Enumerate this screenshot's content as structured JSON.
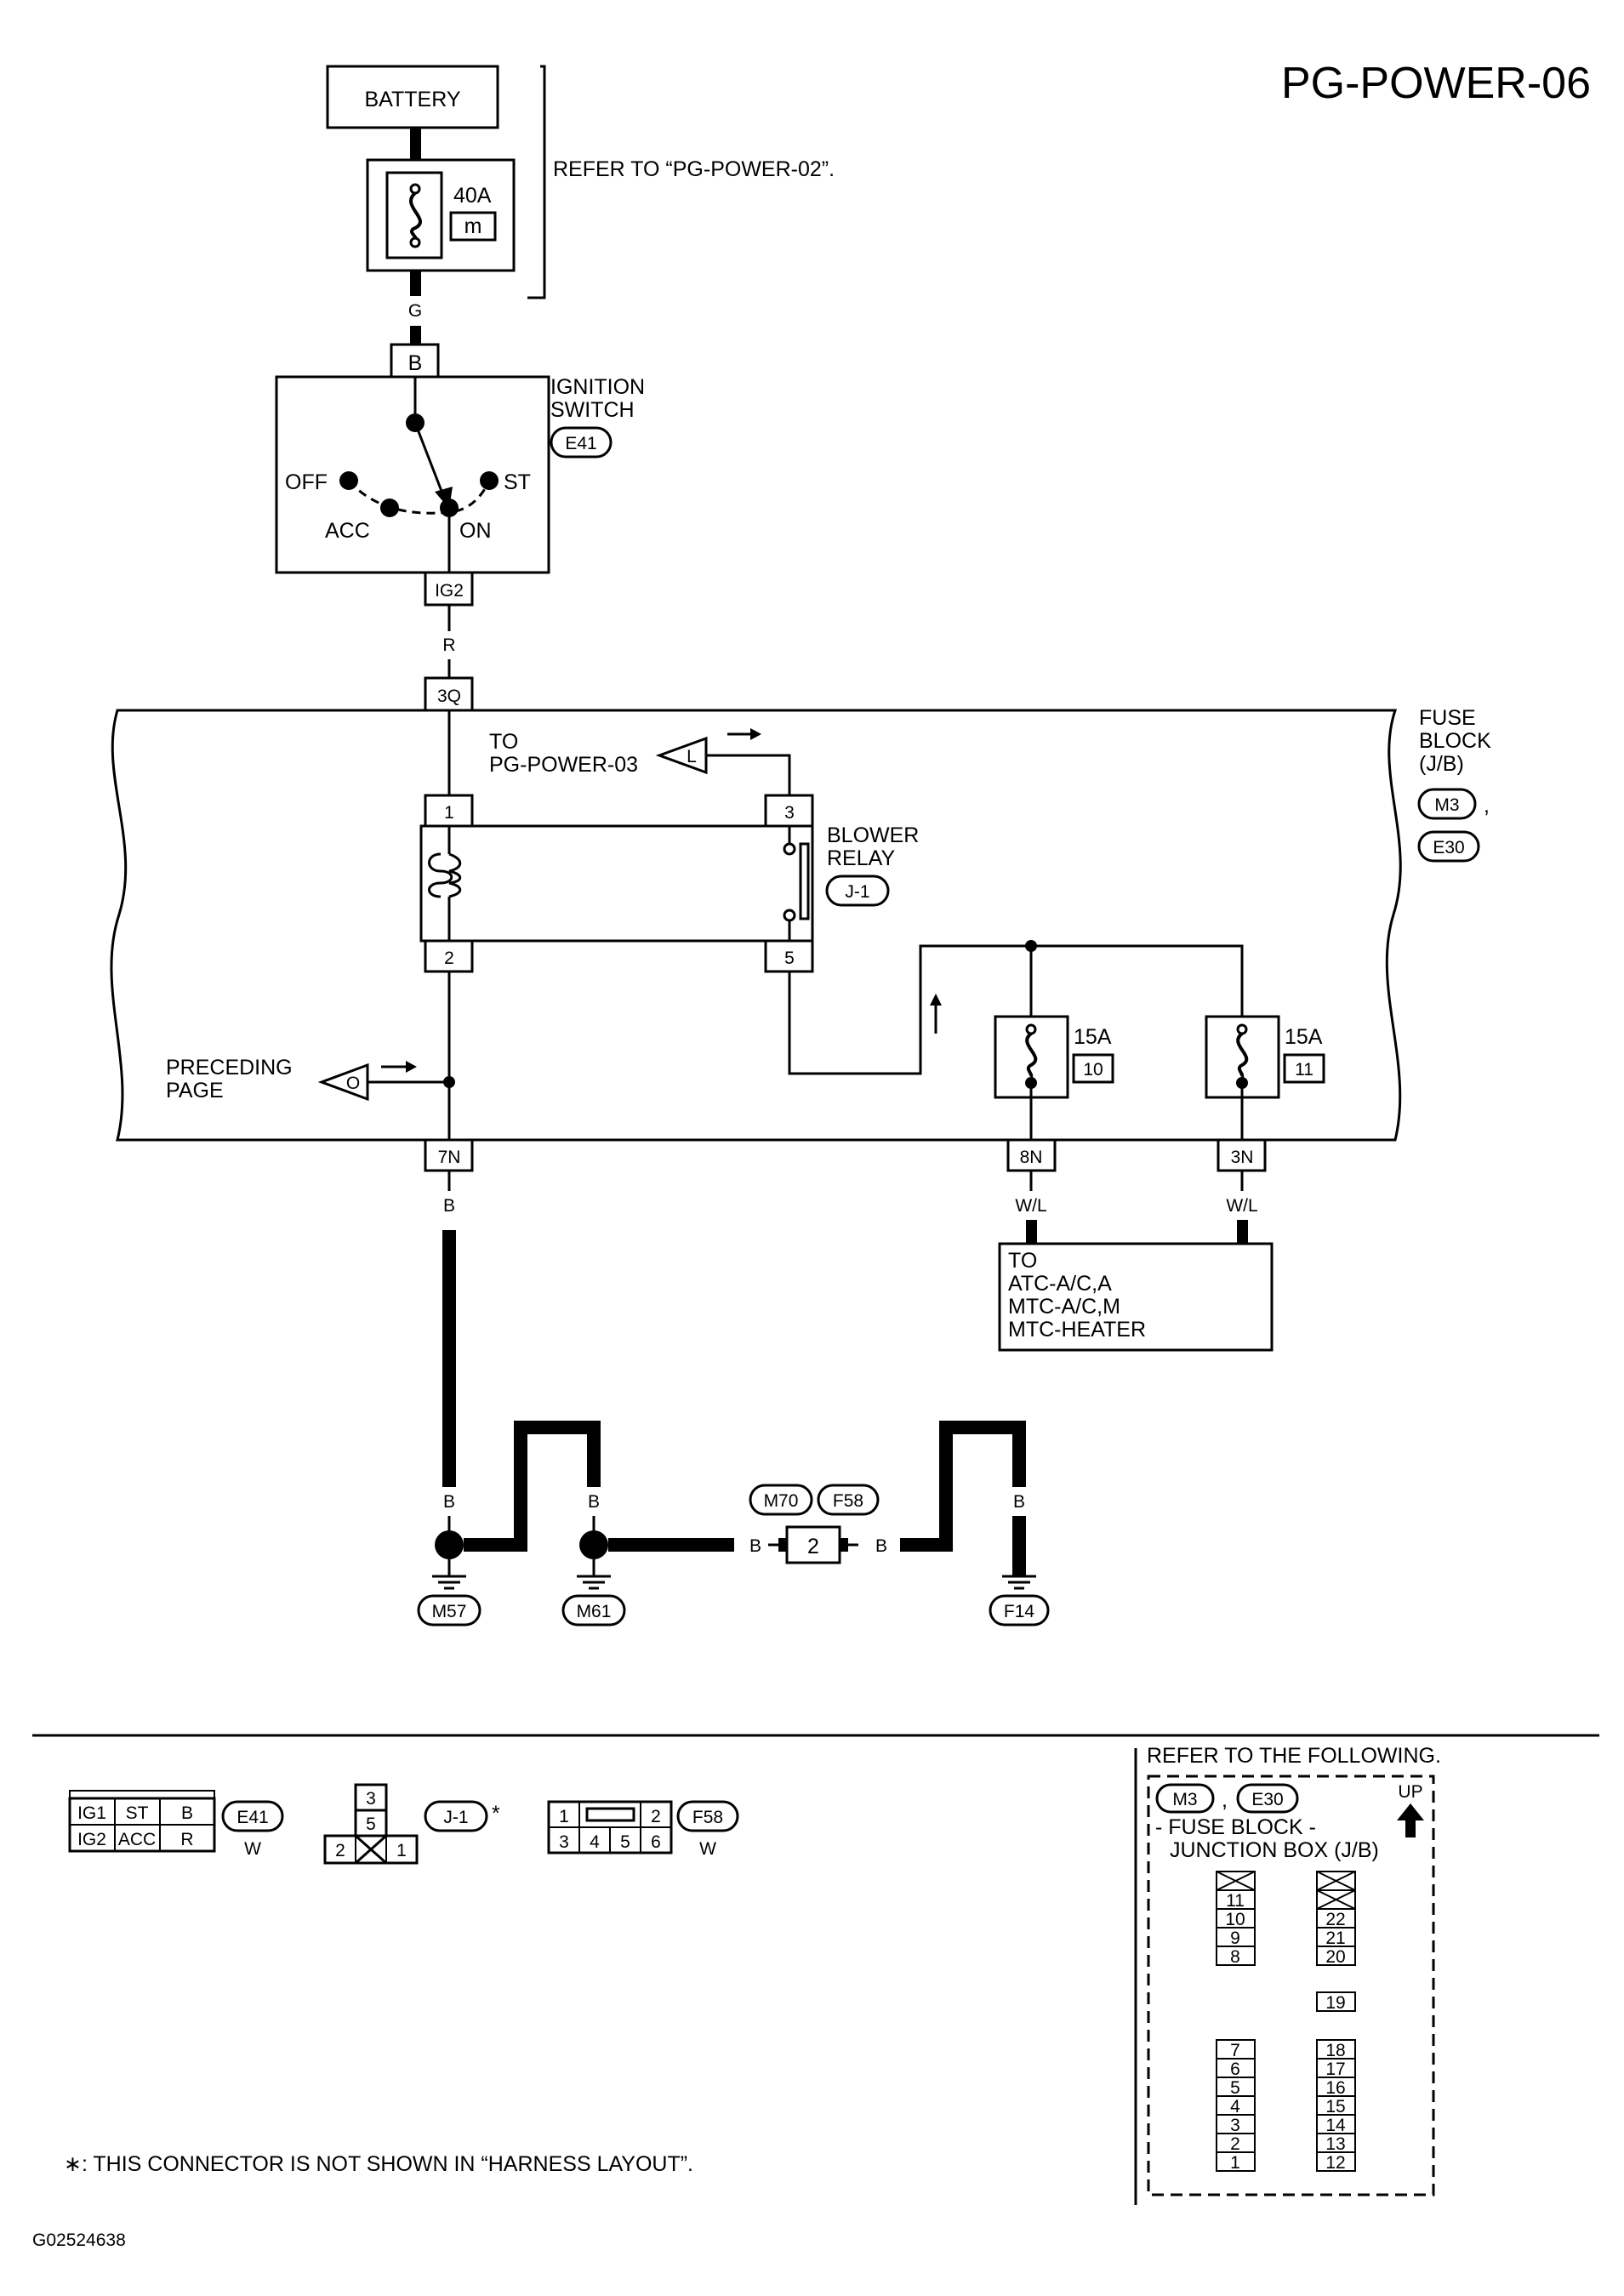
{
  "page_code": "PG-POWER-06",
  "figure_id": "G02524638",
  "battery": {
    "label": "BATTERY"
  },
  "fusible_link": {
    "rating": "40A",
    "id": "m"
  },
  "refer_note": "REFER TO “PG-POWER-02”.",
  "wires": {
    "g": "G",
    "r": "R",
    "b": "B",
    "wl": "W/L"
  },
  "ignition_switch": {
    "title_line1": "IGNITION",
    "title_line2": "SWITCH",
    "connector": "E41",
    "terminal_top": "B",
    "terminal_bottom": "IG2",
    "positions": {
      "off": "OFF",
      "acc": "ACC",
      "on": "ON",
      "st": "ST"
    }
  },
  "fuse_block": {
    "title_line1": "FUSE",
    "title_line2": "BLOCK",
    "title_line3": "(J/B)",
    "connector_1": "M3",
    "comma": ",",
    "connector_2": "E30",
    "terminal_in": "3Q",
    "terminal_7n": "7N",
    "terminal_8n": "8N",
    "terminal_3n": "3N"
  },
  "to_pg_power_03": {
    "line1": "TO",
    "line2": "PG-POWER-03",
    "marker": "L"
  },
  "blower_relay": {
    "title_line1": "BLOWER",
    "title_line2": "RELAY",
    "connector": "J-1",
    "pins": {
      "p1": "1",
      "p2": "2",
      "p3": "3",
      "p5": "5"
    }
  },
  "fuses": [
    {
      "rating": "15A",
      "number": "10"
    },
    {
      "rating": "15A",
      "number": "11"
    }
  ],
  "preceding_page": {
    "line1": "PRECEDING",
    "line2": "PAGE",
    "marker": "O"
  },
  "to_box": {
    "lines": [
      "TO",
      "ATC-A/C,A",
      "MTC-A/C,M",
      "MTC-HEATER"
    ]
  },
  "grounds": {
    "m57": "M57",
    "m61": "M61",
    "f14": "F14"
  },
  "joint_connector": {
    "c1": "M70",
    "c2": "F58",
    "pin": "2"
  },
  "legend": {
    "e41": {
      "cells_top": [
        "IG1",
        "ST",
        "B"
      ],
      "cells_bottom": [
        "IG2",
        "ACC",
        "R"
      ],
      "id": "E41",
      "color": "W"
    },
    "j1": {
      "pins": [
        "3",
        "5",
        "2",
        "1"
      ],
      "id": "J-1",
      "star": "*"
    },
    "f58": {
      "top": [
        "1",
        "2"
      ],
      "bottom": [
        "3",
        "4",
        "5",
        "6"
      ],
      "id": "F58",
      "color": "W"
    }
  },
  "footnote": "∗: THIS CONNECTOR IS NOT SHOWN IN “HARNESS LAYOUT”.",
  "refer_box": {
    "title": "REFER TO THE FOLLOWING.",
    "connector_1": "M3",
    "comma": ",",
    "connector_2": "E30",
    "line1": "- FUSE BLOCK -",
    "line2": "JUNCTION BOX (J/B)",
    "up": "UP",
    "col_a_top": [
      "11",
      "10",
      "9",
      "8"
    ],
    "col_a_bottom": [
      "7",
      "6",
      "5",
      "4",
      "3",
      "2",
      "1"
    ],
    "col_b_top": [
      "22",
      "21",
      "20"
    ],
    "col_b_mid": "19",
    "col_b_bottom": [
      "18",
      "17",
      "16",
      "15",
      "14",
      "13",
      "12"
    ]
  }
}
